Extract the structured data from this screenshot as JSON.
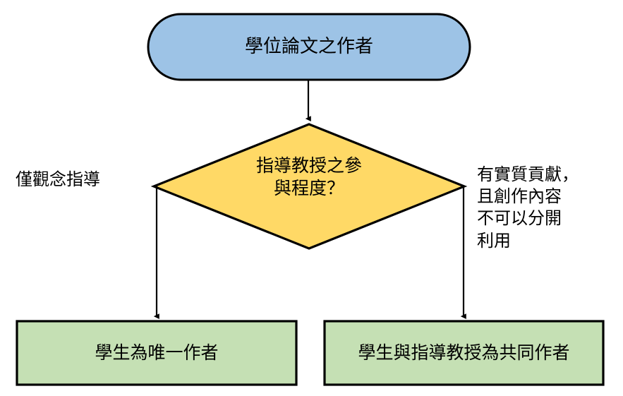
{
  "diagram": {
    "type": "flowchart",
    "background_color": "#FFFFFF",
    "stroke_color": "#000000",
    "text_color": "#000000",
    "nodes": {
      "start": {
        "shape": "stadium",
        "text": "學位論文之作者",
        "fill_color": "#9DC3E6"
      },
      "decision": {
        "shape": "diamond",
        "text": "指導教授之參\n與程度？",
        "fill_color": "#FFD966"
      },
      "outcome_left": {
        "shape": "rectangle",
        "text": "學生為唯一作者",
        "fill_color": "#C5E0B4"
      },
      "outcome_right": {
        "shape": "rectangle",
        "text": "學生與指導教授為共同作者",
        "fill_color": "#C5E0B4"
      }
    },
    "edge_labels": {
      "left_branch": "僅觀念指導",
      "right_branch": "有實質貢獻，\n且創作內容\n不可以分開\n利用"
    }
  }
}
